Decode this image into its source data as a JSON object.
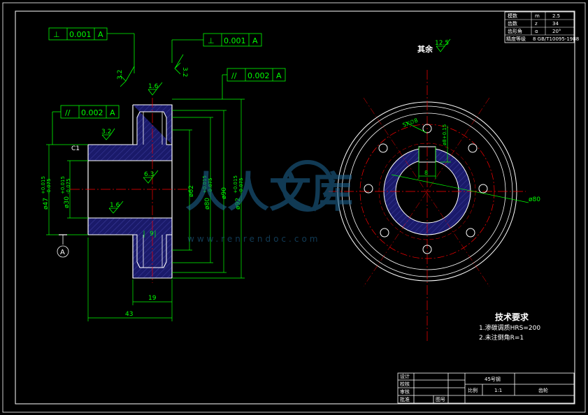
{
  "tolerance_frames": {
    "perp_left": {
      "value": "0.001",
      "datum": "A"
    },
    "perp_top": {
      "value": "0.001",
      "datum": "A"
    },
    "parallel_top": {
      "value": "0.002",
      "datum": "A"
    },
    "parallel_left": {
      "value": "0.002",
      "datum": "A"
    }
  },
  "roughness": {
    "r32_left": "3.2",
    "r32_right": "3.2",
    "r16_top": "1.6",
    "r32_hub": "3.2",
    "r63": "6.3",
    "r16_bore": "1.6",
    "r125": "12.5"
  },
  "chamfer": "C1",
  "datum_label": "A",
  "dimensions": {
    "d47": "ø47",
    "d47_tol_up": "+0.015",
    "d47_tol_low": "-0.075",
    "d30": "ø30",
    "d30_tol_up": "+0.015",
    "d30_tol_low": "-0.075",
    "d62": "ø62",
    "d80": "ø80",
    "d80_tol_up": "+0.015",
    "d80_tol_low": "-0.075",
    "d90": "ø90",
    "d92": "ø92",
    "d92_tol_up": "+0.015",
    "d92_tol_low": "-0.075",
    "width_19": "19",
    "width_43": "43",
    "hub_9": "9",
    "r80": "ø80",
    "keyway_8": "8",
    "keyway_label": "ø8+0.15",
    "circle_label": "5X∅8"
  },
  "rest_label": "其余",
  "tech_requirements": {
    "title": "技术要求",
    "line1": "1.渗碳调质HRS=200",
    "line2": "2.未注倒角R=1"
  },
  "params_table": {
    "rows": [
      {
        "name": "模数",
        "sym": "m",
        "val": "2.5"
      },
      {
        "name": "齿数",
        "sym": "z",
        "val": "34"
      },
      {
        "name": "齿形角",
        "sym": "α",
        "val": "20°"
      },
      {
        "name": "精度等级",
        "sym": "",
        "val": "8 GB/T10095-1988"
      }
    ]
  },
  "title_block": {
    "design": "设计",
    "draw": "校核",
    "check": "审核",
    "approve": "批准",
    "material": "45号钢",
    "ratio_label": "比例",
    "ratio": "1:1",
    "part_name": "齿轮",
    "page_label": "图号"
  },
  "watermark": {
    "text": "人人文库",
    "url": "www.renrendoc.com"
  },
  "colors": {
    "outline": "#ffffff",
    "dimension": "#00ff00",
    "centerline": "#ff0000",
    "hatch": "#2a2a7a",
    "bore": "#000080"
  }
}
